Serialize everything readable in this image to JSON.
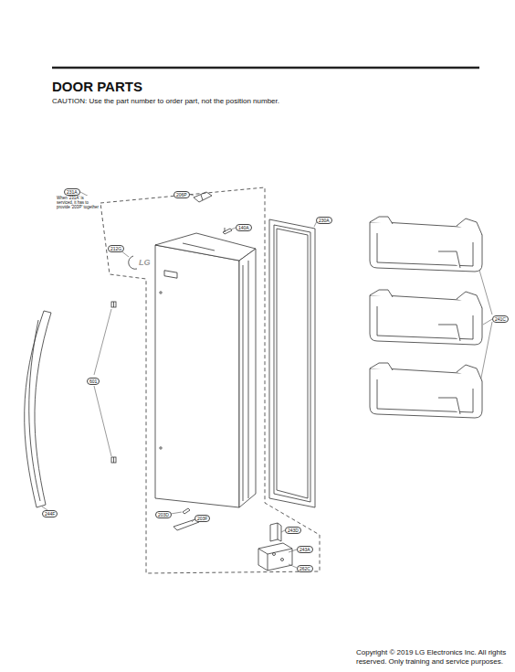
{
  "diagram": {
    "title": "DOOR PARTS",
    "labels": [
      "CAUTION: Use the part number to order part, not the position number.",
      "231A",
      "When '231A' is serviced, it has to provide '203P' together",
      "206P",
      "140A",
      "230A",
      "212G",
      "LG",
      "601",
      "241C",
      "244F",
      "203D",
      "203F",
      "243D",
      "243A",
      "262C",
      "Copyright © 2019 LG Electronics Inc. All rights reserved. Only training and service purposes."
    ]
  }
}
